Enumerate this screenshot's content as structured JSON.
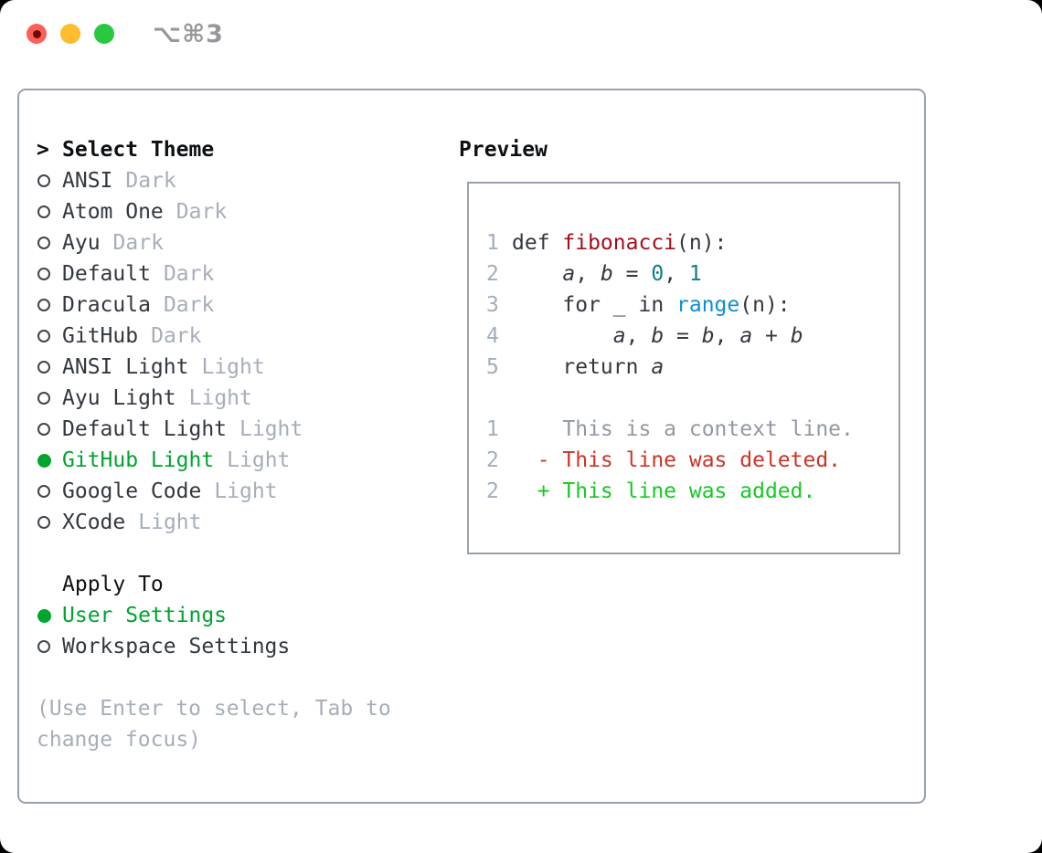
{
  "window": {
    "title": "⌥⌘3",
    "traffic_lights": [
      {
        "name": "close-button",
        "color": "#ff5f57"
      },
      {
        "name": "minimize-button",
        "color": "#febc2e"
      },
      {
        "name": "zoom-button",
        "color": "#28c840"
      }
    ]
  },
  "colors": {
    "selection_green": "#00a42e",
    "diff_add_green": "#16c823",
    "diff_del_red": "#cd3425",
    "function_red": "#a40e1c",
    "number_teal": "#0f7f85",
    "builtin_blue": "#0d8fd6",
    "text_dark": "#32383f",
    "muted_gray": "#a6aeb9",
    "border_gray": "#99a1ab"
  },
  "icons": {
    "prompt": ">",
    "radio_unselected": "○",
    "radio_selected": "●"
  },
  "theme_list": {
    "heading": "Select Theme",
    "items": [
      {
        "name": "ANSI",
        "variant": "Dark",
        "selected": false
      },
      {
        "name": "Atom One",
        "variant": "Dark",
        "selected": false
      },
      {
        "name": "Ayu",
        "variant": "Dark",
        "selected": false
      },
      {
        "name": "Default",
        "variant": "Dark",
        "selected": false
      },
      {
        "name": "Dracula",
        "variant": "Dark",
        "selected": false
      },
      {
        "name": "GitHub",
        "variant": "Dark",
        "selected": false
      },
      {
        "name": "ANSI Light",
        "variant": "Light",
        "selected": false
      },
      {
        "name": "Ayu Light",
        "variant": "Light",
        "selected": false
      },
      {
        "name": "Default Light",
        "variant": "Light",
        "selected": false
      },
      {
        "name": "GitHub Light",
        "variant": "Light",
        "selected": true
      },
      {
        "name": "Google Code",
        "variant": "Light",
        "selected": false
      },
      {
        "name": "XCode",
        "variant": "Light",
        "selected": false
      }
    ]
  },
  "apply_to": {
    "heading": "Apply To",
    "options": [
      {
        "name": "User Settings",
        "selected": true
      },
      {
        "name": "Workspace Settings",
        "selected": false
      }
    ]
  },
  "hint_lines": [
    "(Use Enter to select, Tab to",
    "change focus)"
  ],
  "preview": {
    "heading": "Preview",
    "lines": [
      {
        "num": "1",
        "tokens": [
          {
            "text": "def ",
            "style": "plain"
          },
          {
            "text": "fibonacci",
            "style": "function"
          },
          {
            "text": "(n):",
            "style": "plain"
          }
        ]
      },
      {
        "num": "2",
        "tokens": [
          {
            "text": "    ",
            "style": "plain"
          },
          {
            "text": "a",
            "style": "variable"
          },
          {
            "text": ", ",
            "style": "plain"
          },
          {
            "text": "b",
            "style": "variable"
          },
          {
            "text": " = ",
            "style": "plain"
          },
          {
            "text": "0",
            "style": "number"
          },
          {
            "text": ", ",
            "style": "plain"
          },
          {
            "text": "1",
            "style": "number"
          }
        ]
      },
      {
        "num": "3",
        "tokens": [
          {
            "text": "    for _ in ",
            "style": "plain"
          },
          {
            "text": "range",
            "style": "builtin"
          },
          {
            "text": "(n):",
            "style": "plain"
          }
        ]
      },
      {
        "num": "4",
        "tokens": [
          {
            "text": "        ",
            "style": "plain"
          },
          {
            "text": "a",
            "style": "variable"
          },
          {
            "text": ", ",
            "style": "plain"
          },
          {
            "text": "b",
            "style": "variable"
          },
          {
            "text": " = ",
            "style": "plain"
          },
          {
            "text": "b",
            "style": "variable"
          },
          {
            "text": ", ",
            "style": "plain"
          },
          {
            "text": "a",
            "style": "variable"
          },
          {
            "text": " + ",
            "style": "plain"
          },
          {
            "text": "b",
            "style": "variable"
          }
        ]
      },
      {
        "num": "5",
        "tokens": [
          {
            "text": "    return ",
            "style": "plain"
          },
          {
            "text": "a",
            "style": "variable"
          }
        ]
      },
      {
        "num": "",
        "tokens": []
      },
      {
        "num": "1",
        "tokens": [
          {
            "text": "    This is a context line.",
            "style": "context"
          }
        ]
      },
      {
        "num": "2",
        "tokens": [
          {
            "text": "  - This line was deleted.",
            "style": "deleted"
          }
        ]
      },
      {
        "num": "2",
        "tokens": [
          {
            "text": "  + This line was added.",
            "style": "added"
          }
        ]
      }
    ]
  }
}
